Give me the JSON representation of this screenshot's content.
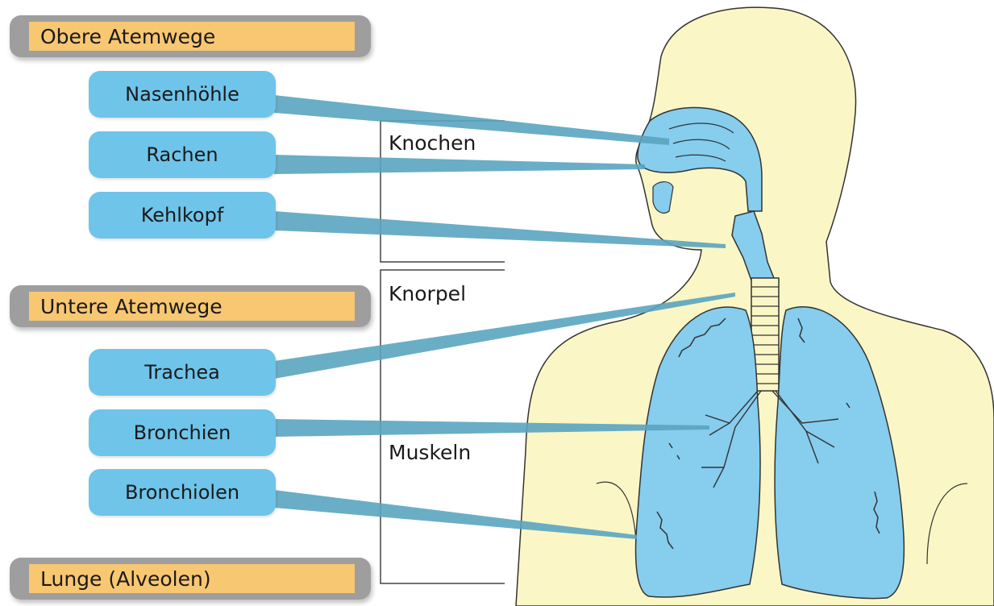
{
  "categories": {
    "upper": "Obere Atemwege",
    "lower": "Untere Atemwege",
    "lung": "Lunge (Alveolen)"
  },
  "organs": {
    "nose": "Nasenhöhle",
    "pharynx": "Rachen",
    "larynx": "Kehlkopf",
    "trachea": "Trachea",
    "bronchi": "Bronchien",
    "bronchioles": "Bronchiolen"
  },
  "tissues": {
    "bone": "Knochen",
    "cartilage": "Knorpel",
    "muscle": "Muskeln"
  },
  "colors": {
    "category_fill": "#f8c772",
    "organ_fill": "#6fc4ea",
    "body_skin": "#fbf6c6",
    "airway_fill": "#86cdee",
    "connector": "#5aa5c0"
  }
}
